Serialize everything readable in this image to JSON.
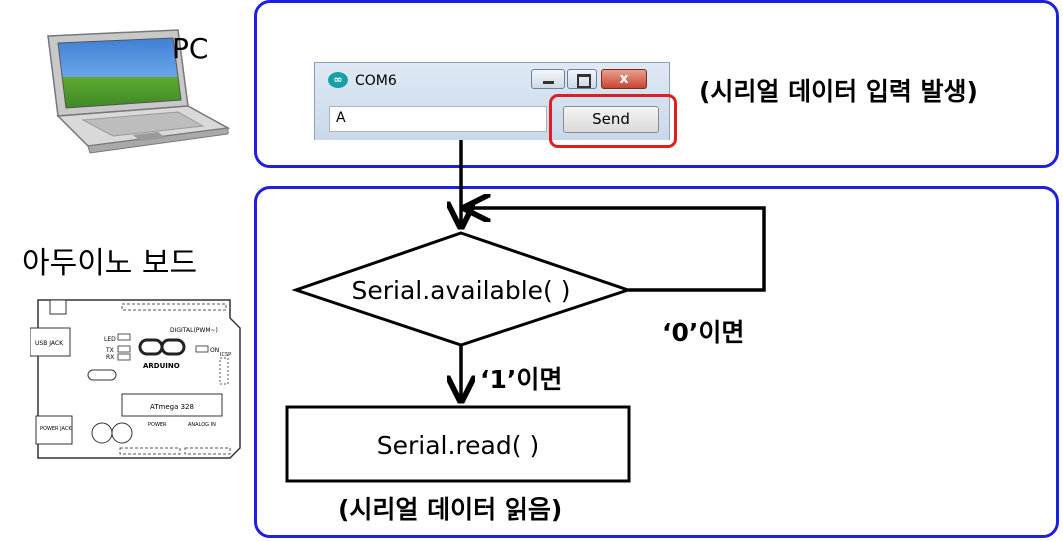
{
  "pc_label": "PC",
  "board_label": "아두이노 보드",
  "serial_monitor": {
    "title": "COM6",
    "input_value": "A",
    "send_label": "Send",
    "close_glyph": "x"
  },
  "top_caption": "(시리얼 데이터 입력 발생)",
  "flow": {
    "decision": "Serial.available( )",
    "process": "Serial.read( )",
    "zero_branch": "‘0’이면",
    "one_branch": "‘1’이면"
  },
  "bottom_caption": "(시리얼 데이터 읽음)",
  "board_texts": {
    "usb_jack": "USB JACK",
    "power_jack": "POWER JACK",
    "digital": "DIGITAL(PWM~)",
    "led": "LED",
    "tx": "TX",
    "rx": "RX",
    "on": "ON",
    "brand": "ARDUINO",
    "chip": "ATmega 328",
    "power": "POWER",
    "analog": "ANALOG IN",
    "icsp": "ICSP"
  },
  "colors": {
    "panel_border": "#1f1fe0",
    "highlight": "#e01e1e"
  }
}
